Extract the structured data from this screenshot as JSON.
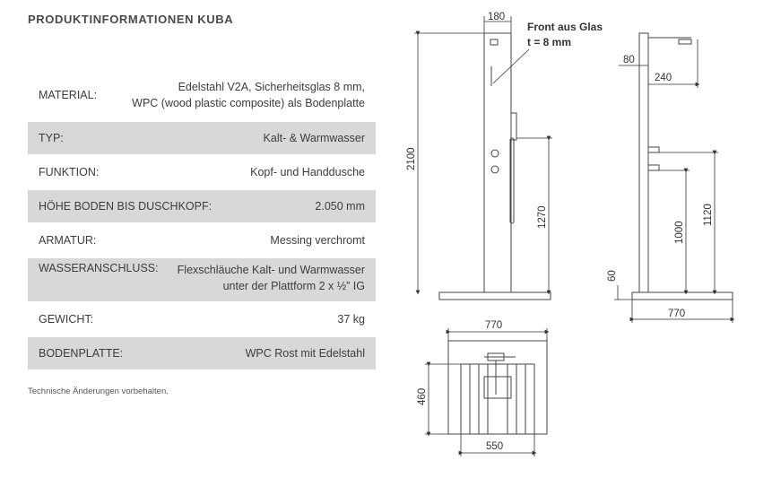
{
  "title": "PRODUKTINFORMATIONEN KUBA",
  "specs": [
    {
      "label": "MATERIAL:",
      "value": [
        "Edelstahl V2A, Sicherheitsglas 8 mm,",
        "WPC (wood plastic composite) als Bodenplatte"
      ]
    },
    {
      "label": "TYP:",
      "value": [
        "Kalt- & Warmwasser"
      ]
    },
    {
      "label": "FUNKTION:",
      "value": [
        "Kopf- und Handdusche"
      ]
    },
    {
      "label": "HÖHE BODEN BIS DUSCHKOPF:",
      "value": [
        "2.050 mm"
      ]
    },
    {
      "label": "ARMATUR:",
      "value": [
        "Messing verchromt"
      ]
    },
    {
      "label": "WASSERANSCHLUSS:",
      "value": [
        "Flexschläuche Kalt- und Warmwasser",
        "unter der Plattform 2 x ½” IG"
      ]
    },
    {
      "label": "GEWICHT:",
      "value": [
        "37 kg"
      ]
    },
    {
      "label": "BODENPLATTE:",
      "value": [
        "WPC Rost mit Edelstahl"
      ]
    }
  ],
  "note": "Technische Änderungen vorbehalten.",
  "drawing": {
    "front_glass_line1": "Front aus Glas",
    "front_glass_line2": "t = 8 mm",
    "dim_top_width": "180",
    "dim_total_height": "2100",
    "dim_handheld_height": "1270",
    "dim_side_arm_offset": "80",
    "dim_side_arm_length": "240",
    "dim_side_1120": "1120",
    "dim_side_1000": "1000",
    "dim_side_60": "60",
    "dim_side_base": "770",
    "dim_plan_width": "770",
    "dim_plan_depth": "460",
    "dim_plan_inner": "550"
  }
}
